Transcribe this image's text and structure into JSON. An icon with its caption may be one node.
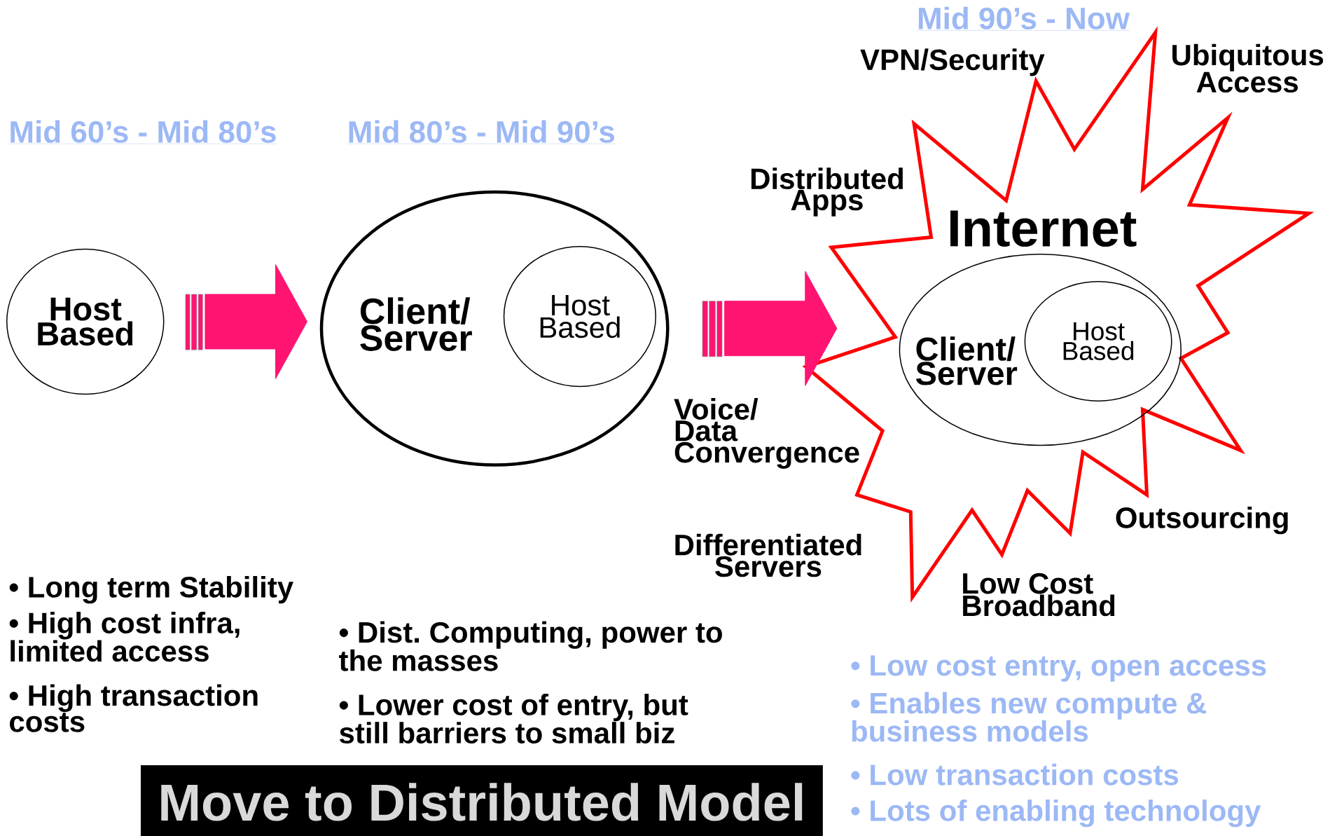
{
  "diagram": {
    "title": "Move to Distributed Model",
    "nodes": [
      {
        "text": [
          "Host Based"
        ]
      },
      {
        "text": [
          "Client/ Server"
        ]
      },
      {
        "text": [
          "Host Based"
        ],
        "in": 1
      },
      {
        "text": [
          "Internet"
        ]
      },
      {
        "text": [
          "Client/ Server"
        ],
        "in": 3
      },
      {
        "text": [
          "Host Based"
        ],
        "in": 4
      }
    ],
    "edges": [
      {
        "from": 0,
        "to": 1,
        "arrow": "to",
        "style": "thick"
      },
      {
        "from": 1,
        "to": 3,
        "arrow": "to",
        "style": "thick"
      }
    ],
    "labels": [
      "Mid 90’s - Now",
      "VPN/Security",
      "Ubiquitous Access",
      "Mid 60’s - Mid 80’s",
      "Mid 80’s - Mid 90’s",
      "Distributed Apps",
      "Voice/ Data Convergence",
      "Differentiated Servers",
      "Outsourcing",
      "Low Cost Broadband",
      "• Long term Stability",
      "• High cost infra, limited access",
      "• High transaction costs",
      "• Dist. Computing, power to the masses",
      "• Lower cost of entry, but still barriers to small biz",
      "• Low cost entry, open access",
      "• Enables new compute & business models",
      "• Low transaction costs",
      "• Lots of enabling technology"
    ]
  }
}
